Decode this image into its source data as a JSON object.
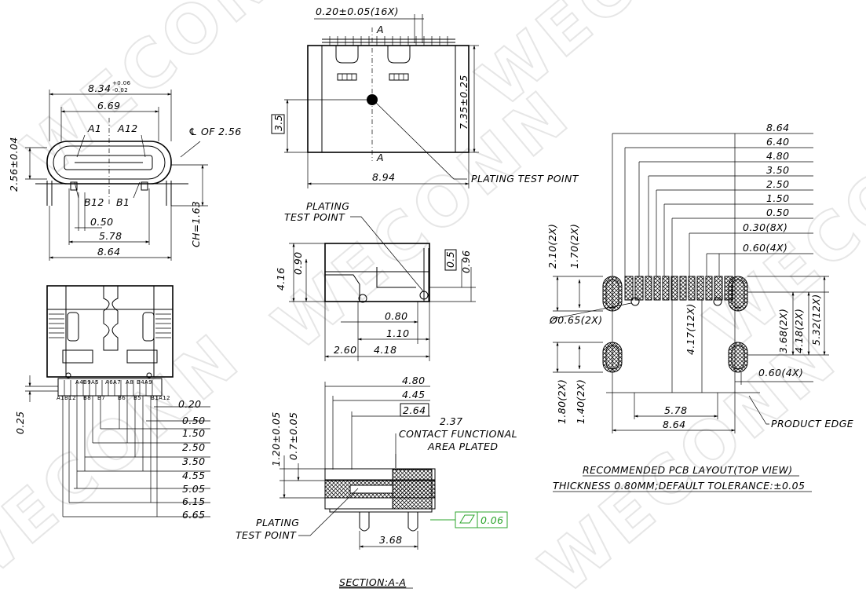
{
  "watermark": {
    "brand": "WECONN",
    "reg": "®"
  },
  "front_view": {
    "width_total": "8.34",
    "tol_plus": "+0.06",
    "tol_minus": "-0.02",
    "width_inner": "6.69",
    "pin_a1": "A1",
    "pin_a12": "A12",
    "pin_b12": "B12",
    "pin_b1": "B1",
    "center_label": "℄ OF 2.56",
    "height": "2.56±0.04",
    "ch": "CH=1.63",
    "pitch": "0.50",
    "span_578": "5.78",
    "span_864": "8.64"
  },
  "top_view": {
    "pitch_16x": "0.20±0.05(16X)",
    "section_mark": "A",
    "box_35": "3.5",
    "length": "7.35±0.25",
    "width": "8.94",
    "plating_test_point": "PLATING TEST POINT"
  },
  "side_view": {
    "plating_test_point_1": "PLATING",
    "plating_test_point_2": "TEST POINT",
    "h416": "4.16",
    "h090": "0.90",
    "box_05": "0.5",
    "h096": "0.96",
    "d080": "0.80",
    "d110": "1.10",
    "d260": "2.60",
    "d418": "4.18"
  },
  "bottom_view": {
    "pin_labels": [
      "A1B12",
      "A4B9",
      "A5",
      "B8",
      "B7",
      "A6A7",
      "B6",
      "B5",
      "A8",
      "B4A9",
      "B1A12"
    ],
    "d025": "0.25",
    "dims": [
      "0.20",
      "0.50",
      "1.50",
      "2.50",
      "3.50",
      "4.55",
      "5.05",
      "6.15",
      "6.65"
    ]
  },
  "section_view": {
    "d480": "4.80",
    "d445": "4.45",
    "box_264": "2.64",
    "d237": "2.37",
    "contact_1": "CONTACT FUNCTIONAL",
    "contact_2": "AREA PLATED",
    "h120": "1.20±0.05",
    "h070": "0.7±0.05",
    "flatness": "0.06",
    "plating_1": "PLATING",
    "plating_2": "TEST POINT",
    "d368": "3.68",
    "title": "SECTION:A-A"
  },
  "pcb_layout": {
    "dims_right": [
      "8.64",
      "6.40",
      "4.80",
      "3.50",
      "2.50",
      "1.50",
      "0.50",
      "0.30(8X)",
      "0.60(4X)"
    ],
    "v210": "2.10(2X)",
    "v170": "1.70(2X)",
    "hole": "Ø0.65(2X)",
    "v417": "4.17(12X)",
    "v368": "3.68(2X)",
    "v418": "4.18(2X)",
    "v532": "5.32(12X)",
    "d060": "0.60(4X)",
    "v180": "1.80(2X)",
    "v140": "1.40(2X)",
    "d578": "5.78",
    "d864": "8.64",
    "product_edge": "PRODUCT EDGE",
    "title": "RECOMMENDED PCB LAYOUT(TOP VIEW)",
    "note": "THICKNESS 0.80MM;DEFAULT TOLERANCE:±0.05"
  }
}
